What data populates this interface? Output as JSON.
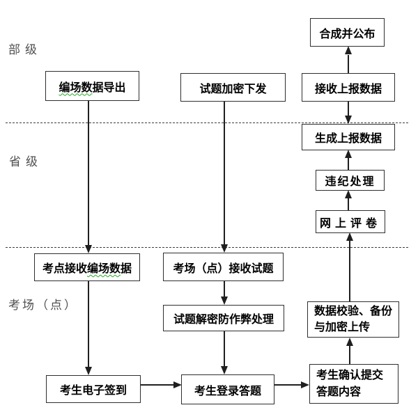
{
  "colors": {
    "background": "#ffffff",
    "box_border": "#2e2e2e",
    "arrow_line": "#1f1f1f",
    "level_label_gray": "#4f4f4f",
    "misspell_underline_green": "#22aa22"
  },
  "levels": {
    "ministry": "部级",
    "province": "省级",
    "exam_site": "考场（点）"
  },
  "nodes": {
    "merge_publish": "合成并公布",
    "export_field_data": {
      "marked": "编场数",
      "rest": "据导出"
    },
    "encrypt_distribute": "试题加密下发",
    "receive_report_data": "接收上报数据",
    "generate_report_data": "生成上报数据",
    "violation_handling": "违纪处理",
    "online_marking": "网上评卷",
    "site_receive_field_data": {
      "pre": "考点接收",
      "marked": "编场数",
      "rest": "据"
    },
    "site_receive_papers": "考场（点）接收试题",
    "decrypt_anticheat": "试题解密防作弊处理",
    "verify_backup_upload": {
      "line1": "数据校验、备份",
      "line2": "与加密上传"
    },
    "esign_in": "考生电子签到",
    "login_answer": "考生登录答题",
    "confirm_submit": {
      "line1": "考生确认提交",
      "line2": "答题内容"
    }
  }
}
